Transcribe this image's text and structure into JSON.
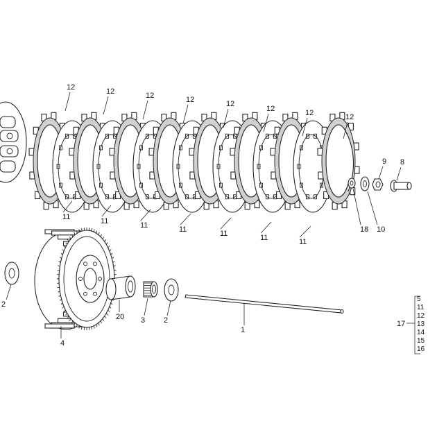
{
  "callouts": {
    "c12": "12",
    "c11": "11",
    "c9": "9",
    "c8": "8",
    "c18": "18",
    "c10": "10",
    "c2": "2",
    "c4": "4",
    "c20": "20",
    "c3": "3",
    "c1": "1",
    "c17": "17"
  },
  "kit_items": [
    "5",
    "11",
    "12",
    "13",
    "14",
    "15",
    "16"
  ]
}
